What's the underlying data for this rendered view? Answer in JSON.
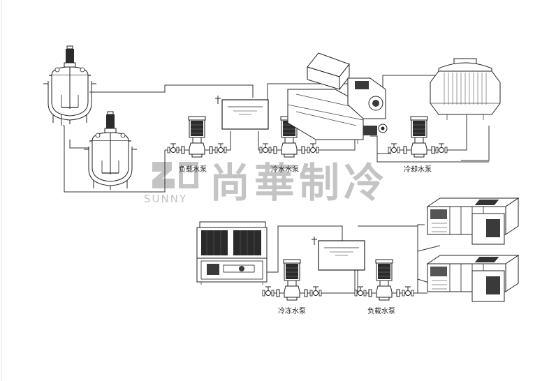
{
  "labels": {
    "load_pump_top": "负载水泵",
    "chilled_pump_top": "冷水水泵",
    "cooling_pump": "冷却水泵",
    "freezing_pump": "冷冻水泵",
    "load_pump_bottom": "负载水泵"
  },
  "watermark": {
    "chinese": "尚華制冷",
    "english": "SUNNY"
  }
}
